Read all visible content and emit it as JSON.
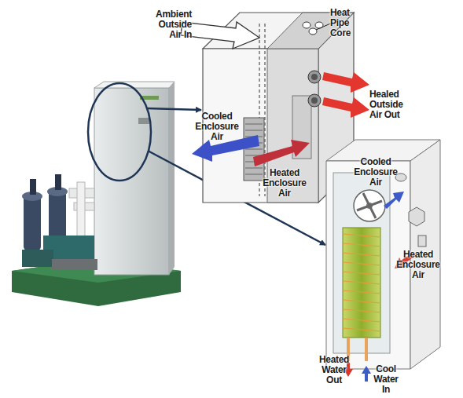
{
  "diagram": {
    "labels": [
      "Ambient Outside Air In",
      "Heat Pipe Core",
      "Cooled Enclosure Air",
      "Healed Outside Air Out",
      "Heated Enclosure Air",
      "Cooled Enclosure Air",
      "Heated Enclosure Air",
      "Heated Water Out",
      "Cool Water In"
    ]
  }
}
